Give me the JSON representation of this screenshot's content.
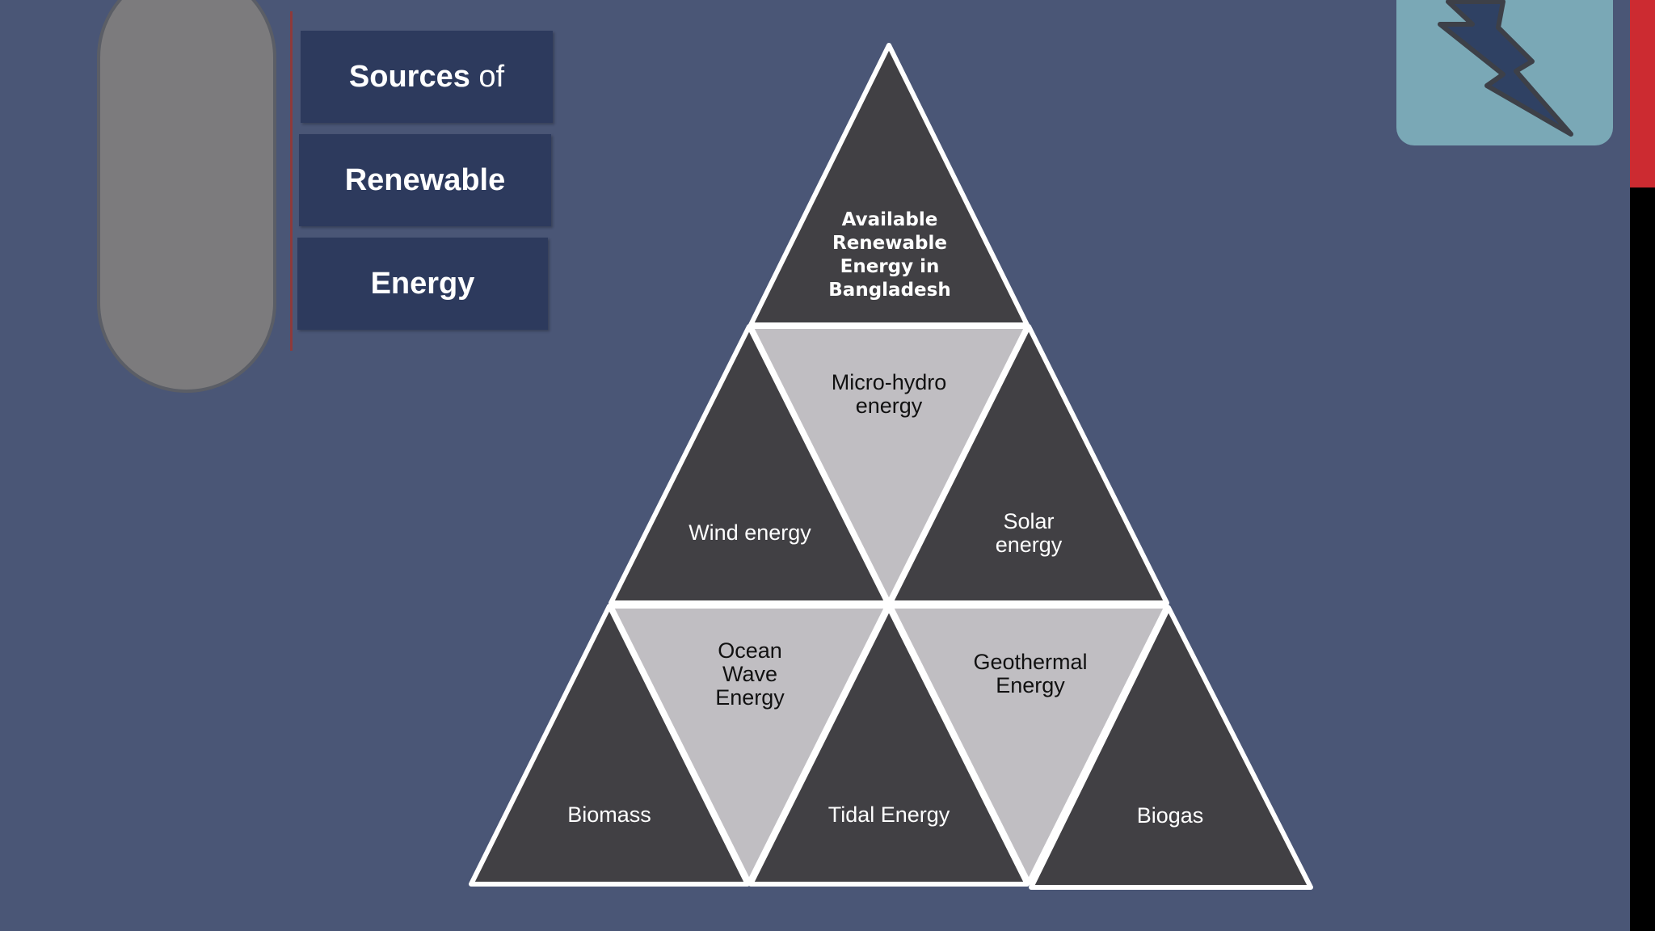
{
  "title": {
    "line1_bold": "Sources",
    "line1_rest": " of",
    "line2": "Renewable",
    "line3": "Energy"
  },
  "pyramid": {
    "top": "Available Renewable Energy in Bangladesh",
    "micro_hydro": "Micro-hydro energy",
    "wind": "Wind energy",
    "solar": "Solar energy",
    "ocean_wave": "Ocean Wave Energy",
    "geothermal": "Geothermal Energy",
    "biomass": "Biomass",
    "tidal": "Tidal Energy",
    "biogas": "Biogas"
  },
  "colors": {
    "background": "#4a5676",
    "dark_triangle": "#414044",
    "light_triangle": "#c0bec2",
    "title_box": "#2d3a5d",
    "accent_red": "#cc2b31",
    "bolt_card": "#7aa8b6"
  },
  "icons": [
    "lightning-bolt-icon"
  ]
}
